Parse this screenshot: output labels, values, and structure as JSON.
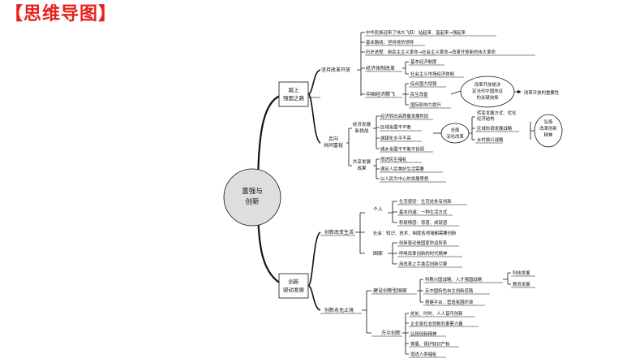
{
  "header": {
    "title": "【思维导图】"
  },
  "colors": {
    "title_red": "#e8201c",
    "root_fill": "#dedede",
    "line": "#111111"
  },
  "root": "富强与创新",
  "branch1": {
    "label": "踏上强国之路",
    "reform": {
      "label": "坚持改革开放",
      "items": [
        "中华民族迎来了伟大飞跃：站起来、富起来→强起来",
        "基本路线：坚持党的领导",
        "历史进程：新民主主义革命→社会主义革命→改革开放新的伟大革命"
      ],
      "system": {
        "label": "经济体制改革",
        "items": [
          "基本经济制度",
          "社会主义市场经济体制"
        ]
      },
      "rise": {
        "label": "中国经济腾飞",
        "items": [
          "综合国力增强",
          "民生改善",
          "国际影响力提升"
        ]
      },
      "key": "改革开放是决定当代中国命运的关键抉择",
      "key_result": "改革开放的重要性"
    },
    "together": {
      "label": "走向共同富裕",
      "challenge": {
        "label": "经济发展新挑战",
        "items": [
          "经济转向高质量发展阶段",
          "区域发展不平衡",
          "城镇化水平不高",
          "城乡发展不平衡不协调"
        ]
      },
      "deepen": "全面深化改革",
      "measures": [
        "转变发展方式、优化经济结构",
        "区域协调发展战略",
        "乡村振兴战略"
      ],
      "spirit": "弘扬改革创新精神",
      "share": {
        "label": "共享发展成果",
        "items": [
          "增进民生福祉",
          "满足人民美好生活需要",
          "以人民为中心的发展思想"
        ]
      }
    }
  },
  "branch2": {
    "label": "创新驱动发展",
    "change": {
      "label": "创新改变生活",
      "person": {
        "label": "个人",
        "items": [
          "生活感受：生活处处有创新",
          "基本内涵：一种生活方式",
          "积极情感：惊喜、成就感"
        ]
      },
      "society": "社会：知识、技术、制度各领域都需要创新",
      "nation": {
        "label": "国家",
        "items": [
          "创新驱动是国家命运所系",
          "呼唤改革创新的时代精神",
          "用改革之手激活创新引擎"
        ]
      }
    },
    "endless": {
      "label": "创新永无止境",
      "build": {
        "label": "建设创新型国家",
        "items": [
          "科教兴国战略、人才强国战略",
          "走中国特色自主创新道路",
          "搭建平台、营造氛围环境"
        ],
        "sub": [
          "科技发展",
          "教育发展"
        ]
      },
      "mass": {
        "label": "万众创新",
        "items": [
          "处处、时时、人人皆可创新",
          "企业是社会创新的重要力量",
          "弘扬创新精神",
          "尊重、保护知识产权",
          "增进人类福祉"
        ]
      }
    }
  }
}
